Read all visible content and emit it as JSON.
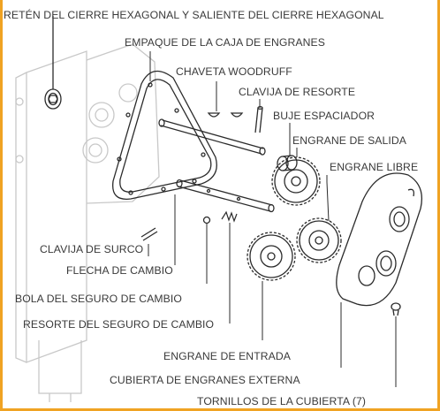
{
  "diagram": {
    "labels": {
      "hex_retainer": "RETÉN DEL CIERRE HEXAGONAL Y SALIENTE DEL CIERRE HEXAGONAL",
      "gearbox_gasket": "EMPAQUE DE LA CAJA DE ENGRANES",
      "woodruff_key": "CHAVETA WOODRUFF",
      "spring_pin": "CLAVIJA DE RESORTE",
      "spacer_bushing": "BUJE ESPACIADOR",
      "output_gear": "ENGRANE DE SALIDA",
      "idler_gear": "ENGRANE LIBRE",
      "groove_pin": "CLAVIJA DE SURCO",
      "shift_shaft": "FLECHA DE CAMBIO",
      "shift_lock_ball": "BOLA DEL SEGURO DE CAMBIO",
      "shift_lock_spring": "RESORTE DEL SEGURO DE CAMBIO",
      "input_gear": "ENGRANE DE ENTRADA",
      "outer_gear_cover": "CUBIERTA DE ENGRANES EXTERNA",
      "cover_screws": "TORNILLOS DE LA CUBIERTA (7)"
    },
    "colors": {
      "frame_border": "#f0a323",
      "line_art": "#2b2b2b",
      "ghost_line_art": "#c8c8c8",
      "text": "#3a3a3a"
    }
  }
}
